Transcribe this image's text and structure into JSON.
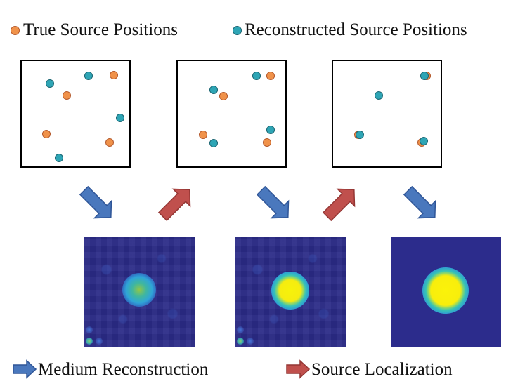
{
  "legend_top": {
    "true_label": "True Source Positions",
    "recon_label": "Reconstructed Source Positions"
  },
  "legend_bottom": {
    "medium_label": "Medium Reconstruction",
    "source_label": "Source Localization"
  },
  "colors": {
    "true_source": "#f0924a",
    "reconstructed_source": "#2ea5b5",
    "medium_arrow": "#4a78bd",
    "source_arrow": "#c0504d"
  }
}
